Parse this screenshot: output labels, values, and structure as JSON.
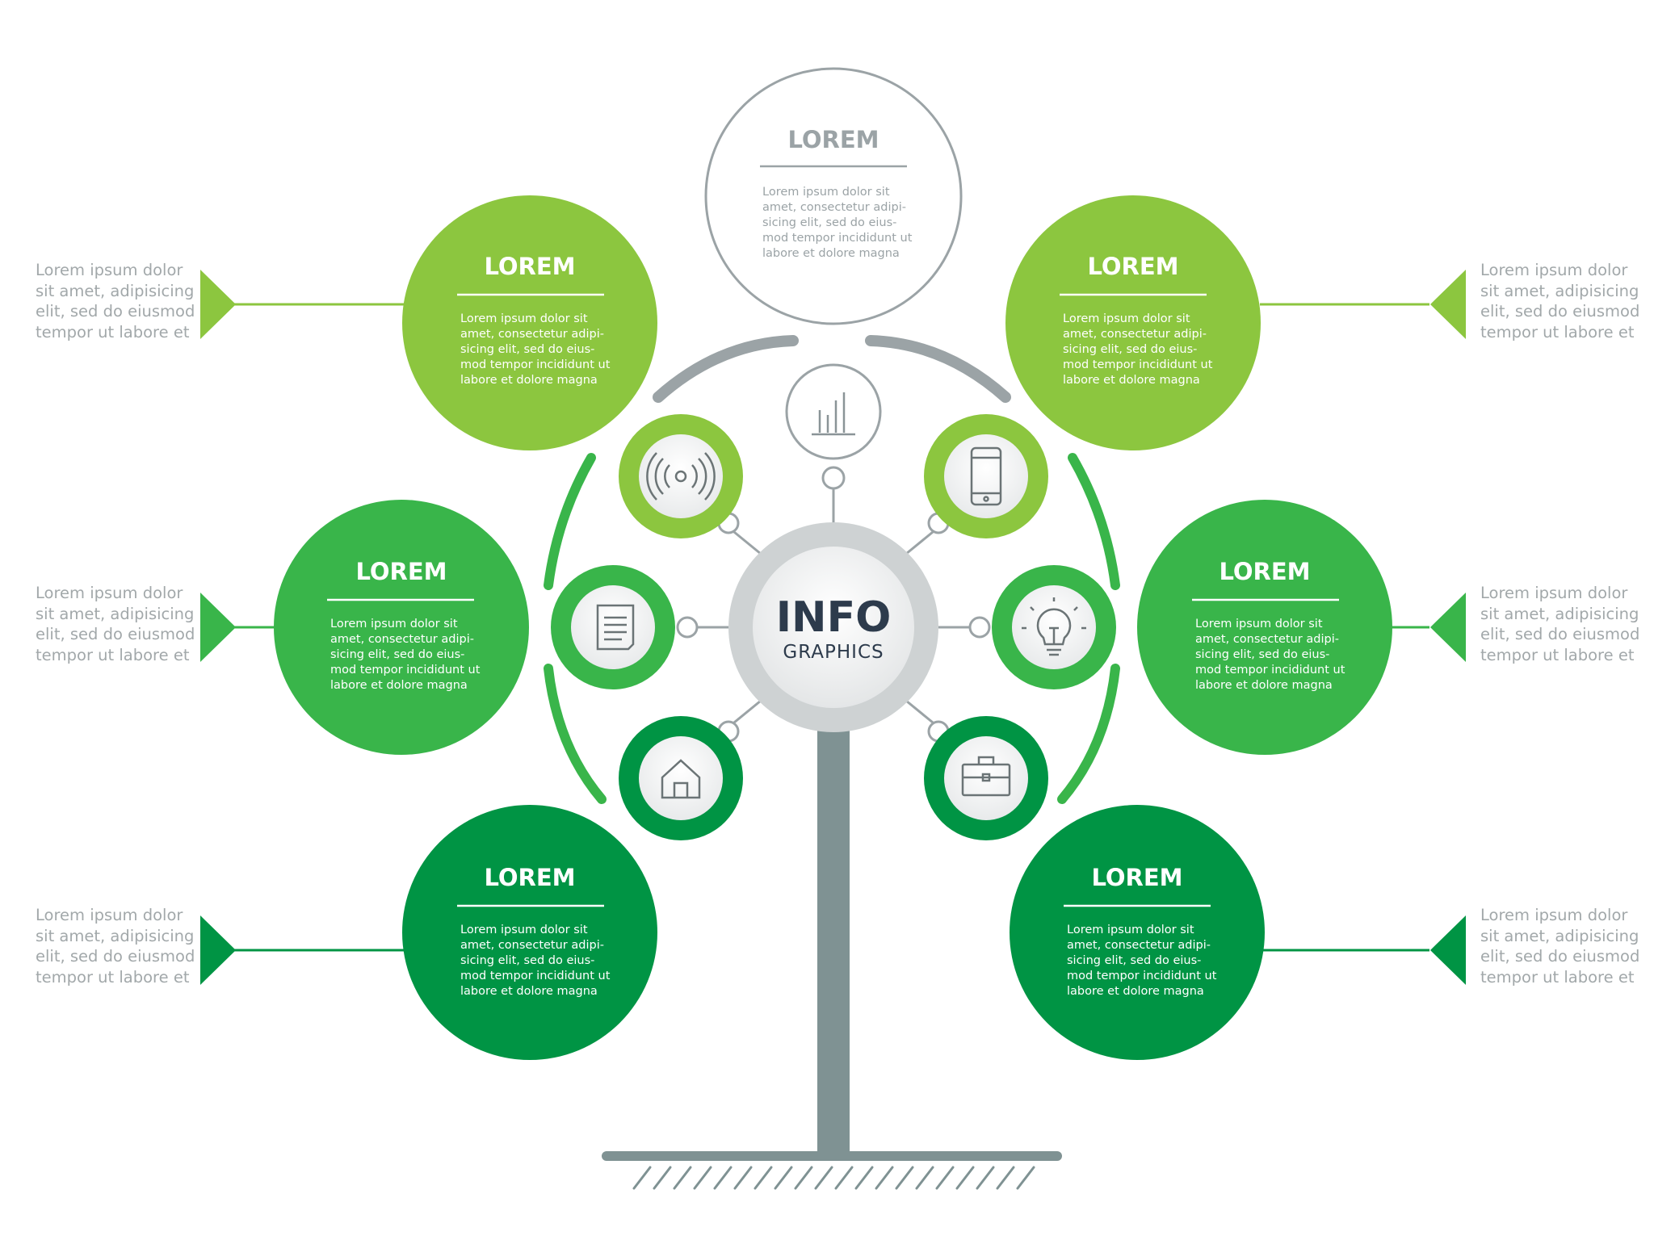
{
  "colors": {
    "light_green": "#8cc63f",
    "mid_green": "#39b54a",
    "dark_green": "#009444",
    "gray": "#9ba3a6",
    "trunk_gray": "#7f9293",
    "hub_text": "#2d3b4c"
  },
  "hub": {
    "title": "INFO",
    "subtitle": "GRAPHICS"
  },
  "top_bubble": {
    "title": "LOREM",
    "body": [
      "Lorem ipsum dolor sit",
      "amet, consectetur adipi-",
      "sicing elit, sed do eius-",
      "mod tempor incididunt ut",
      "labore et dolore magna"
    ]
  },
  "bubbles": [
    {
      "title": "LOREM",
      "body": [
        "Lorem ipsum dolor sit",
        "amet, consectetur adipi-",
        "sicing elit, sed do eius-",
        "mod tempor incididunt ut",
        "labore et dolore magna"
      ]
    },
    {
      "title": "LOREM",
      "body": [
        "Lorem ipsum dolor sit",
        "amet, consectetur adipi-",
        "sicing elit, sed do eius-",
        "mod tempor incididunt ut",
        "labore et dolore magna"
      ]
    },
    {
      "title": "LOREM",
      "body": [
        "Lorem ipsum dolor sit",
        "amet, consectetur adipi-",
        "sicing elit, sed do eius-",
        "mod tempor incididunt ut",
        "labore et dolore magna"
      ]
    },
    {
      "title": "LOREM",
      "body": [
        "Lorem ipsum dolor sit",
        "amet, consectetur adipi-",
        "sicing elit, sed do eius-",
        "mod tempor incididunt ut",
        "labore et dolore magna"
      ]
    },
    {
      "title": "LOREM",
      "body": [
        "Lorem ipsum dolor sit",
        "amet, consectetur adipi-",
        "sicing elit, sed do eius-",
        "mod tempor incididunt ut",
        "labore et dolore magna"
      ]
    },
    {
      "title": "LOREM",
      "body": [
        "Lorem ipsum dolor sit",
        "amet, consectetur adipi-",
        "sicing elit, sed do eius-",
        "mod tempor incididunt ut",
        "labore et dolore magna"
      ]
    }
  ],
  "side_texts": [
    "Lorem ipsum dolor\nsit amet, adipisicing\nelit, sed do eiusmod\ntempor ut labore et",
    "Lorem ipsum dolor\nsit amet, adipisicing\nelit, sed do eiusmod\ntempor ut labore et",
    "Lorem ipsum dolor\nsit amet, adipisicing\nelit, sed do eiusmod\ntempor ut labore et",
    "Lorem ipsum dolor\nsit amet, adipisicing\nelit, sed do eiusmod\ntempor ut labore et",
    "Lorem ipsum dolor\nsit amet, adipisicing\nelit, sed do eiusmod\ntempor ut labore et",
    "Lorem ipsum dolor\nsit amet, adipisicing\nelit, sed do eiusmod\ntempor ut labore et"
  ],
  "icons": [
    "bar-chart-icon",
    "signal-icon",
    "smartphone-icon",
    "document-icon",
    "lightbulb-icon",
    "home-icon",
    "briefcase-icon"
  ]
}
